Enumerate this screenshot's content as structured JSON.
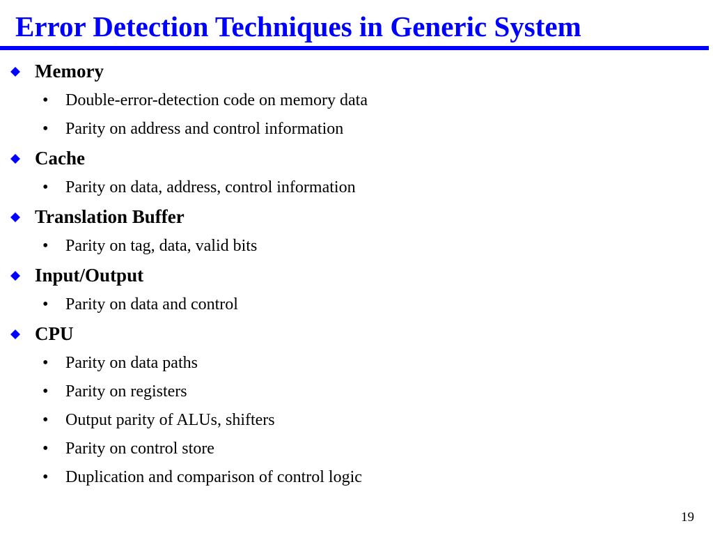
{
  "slide": {
    "title": "Error Detection Techniques in Generic System",
    "page_number": "19"
  },
  "colors": {
    "title": "#0000ff",
    "rule": "#0000ff",
    "diamond_bullet": "#0000ff",
    "body_text": "#000000"
  },
  "sections": [
    {
      "heading": "Memory",
      "bullet_icon": "diamond-bullet-icon",
      "items": [
        "Double-error-detection code on memory data",
        "Parity on address and control information"
      ]
    },
    {
      "heading": "Cache",
      "bullet_icon": "diamond-bullet-icon",
      "items": [
        "Parity on data, address, control information"
      ]
    },
    {
      "heading": "Translation Buffer",
      "bullet_icon": "diamond-bullet-icon",
      "items": [
        "Parity on tag, data, valid bits"
      ]
    },
    {
      "heading": "Input/Output",
      "bullet_icon": "diamond-bullet-icon",
      "items": [
        "Parity on data and control"
      ]
    },
    {
      "heading": "CPU",
      "bullet_icon": "diamond-bullet-icon",
      "items": [
        "Parity on data paths",
        "Parity on registers",
        "Output parity of ALUs, shifters",
        "Parity on control store",
        "Duplication and comparison of control logic"
      ]
    }
  ]
}
